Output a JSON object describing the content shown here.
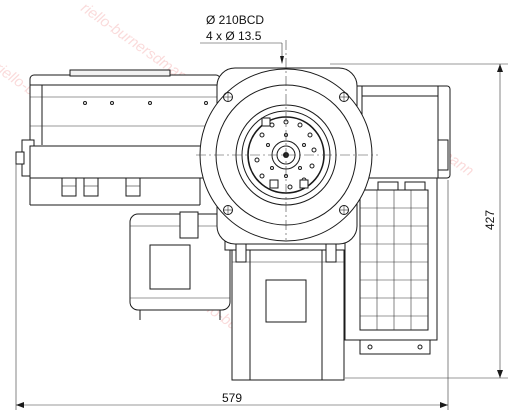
{
  "drawing": {
    "bolt_circle_label": "Ø 210BCD",
    "bolt_holes_label": "4 x Ø  13.5",
    "overall_width_label": "579",
    "overall_height_label": "427",
    "watermark_text": "riello-burnersdmann"
  },
  "colors": {
    "line": "#1a1a1a",
    "watermark": "#f08080",
    "background": "#ffffff"
  }
}
